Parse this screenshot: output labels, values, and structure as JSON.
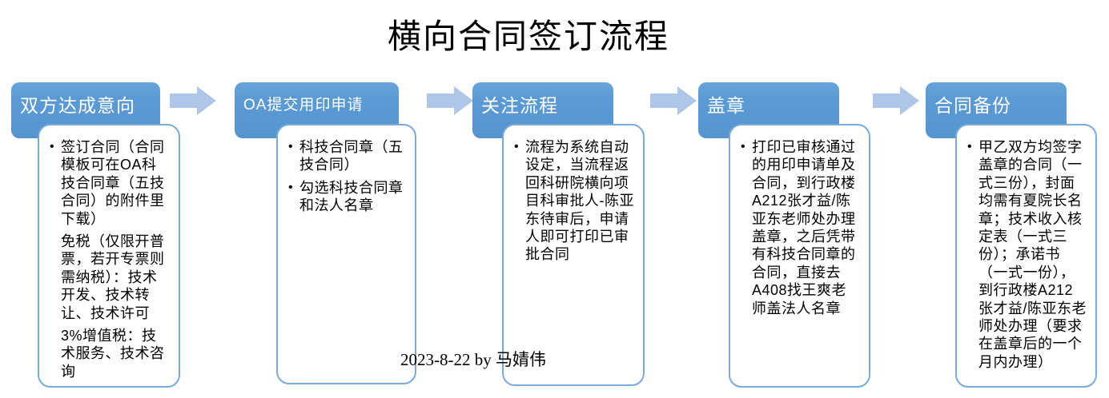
{
  "title": "横向合同签订流程",
  "bullet": "•",
  "footer": {
    "credit": "2023-8-22  by 马婧伟"
  },
  "colors": {
    "header_blue": "#5b9bd5",
    "arrow_blue": "#aec6e8",
    "box_border": "#7aa9db",
    "header_text": "#ffffff",
    "body_text": "#000000"
  },
  "steps": [
    {
      "title": "双方达成意向",
      "paragraphs": [
        {
          "bullet": true,
          "text": "签订合同（合同模板可在OA科技合同章（五技合同）的附件里下载）"
        },
        {
          "bullet": false,
          "text": "免税（仅限开普票，若开专票则需纳税）：技术开发、技术转让、技术许可"
        },
        {
          "bullet": false,
          "text": "3%增值税：技术服务、技术咨询"
        }
      ]
    },
    {
      "title": "OA提交用印申请",
      "paragraphs": [
        {
          "bullet": true,
          "text": "科技合同章（五技合同）"
        },
        {
          "bullet": true,
          "text": "勾选科技合同章和法人名章"
        }
      ]
    },
    {
      "title": "关注流程",
      "paragraphs": [
        {
          "bullet": true,
          "text": "流程为系统自动设定，当流程返回科研院横向项目科审批人-陈亚东待审后，申请人即可打印已审批合同"
        }
      ]
    },
    {
      "title": "盖章",
      "paragraphs": [
        {
          "bullet": true,
          "text": "打印已审核通过的用印申请单及合同，到行政楼A212张才益/陈亚东老师处办理盖章，之后凭带有科技合同章的合同，直接去A408找王爽老师盖法人名章"
        }
      ]
    },
    {
      "title": "合同备份",
      "paragraphs": [
        {
          "bullet": true,
          "text": "甲乙双方均签字盖章的合同（一式三份），封面均需有夏院长名章；技术收入核定表（一式三份）；承诺书（一式一份），到行政楼A212张才益/陈亚东老师处办理（要求在盖章后的一个月内办理）"
        }
      ]
    }
  ]
}
